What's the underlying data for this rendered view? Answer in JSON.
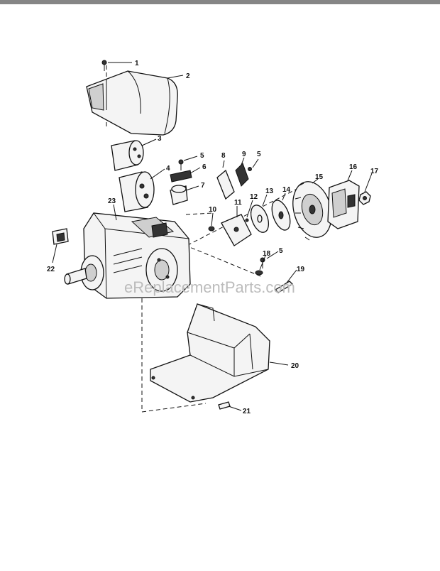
{
  "callouts": [
    "1",
    "2",
    "3",
    "4",
    "5",
    "6",
    "7",
    "8",
    "9",
    "5",
    "10",
    "11",
    "12",
    "13",
    "14",
    "15",
    "16",
    "17",
    "23",
    "22",
    "18",
    "5",
    "19",
    "20",
    "21"
  ],
  "watermark": "eReplacementParts.com"
}
